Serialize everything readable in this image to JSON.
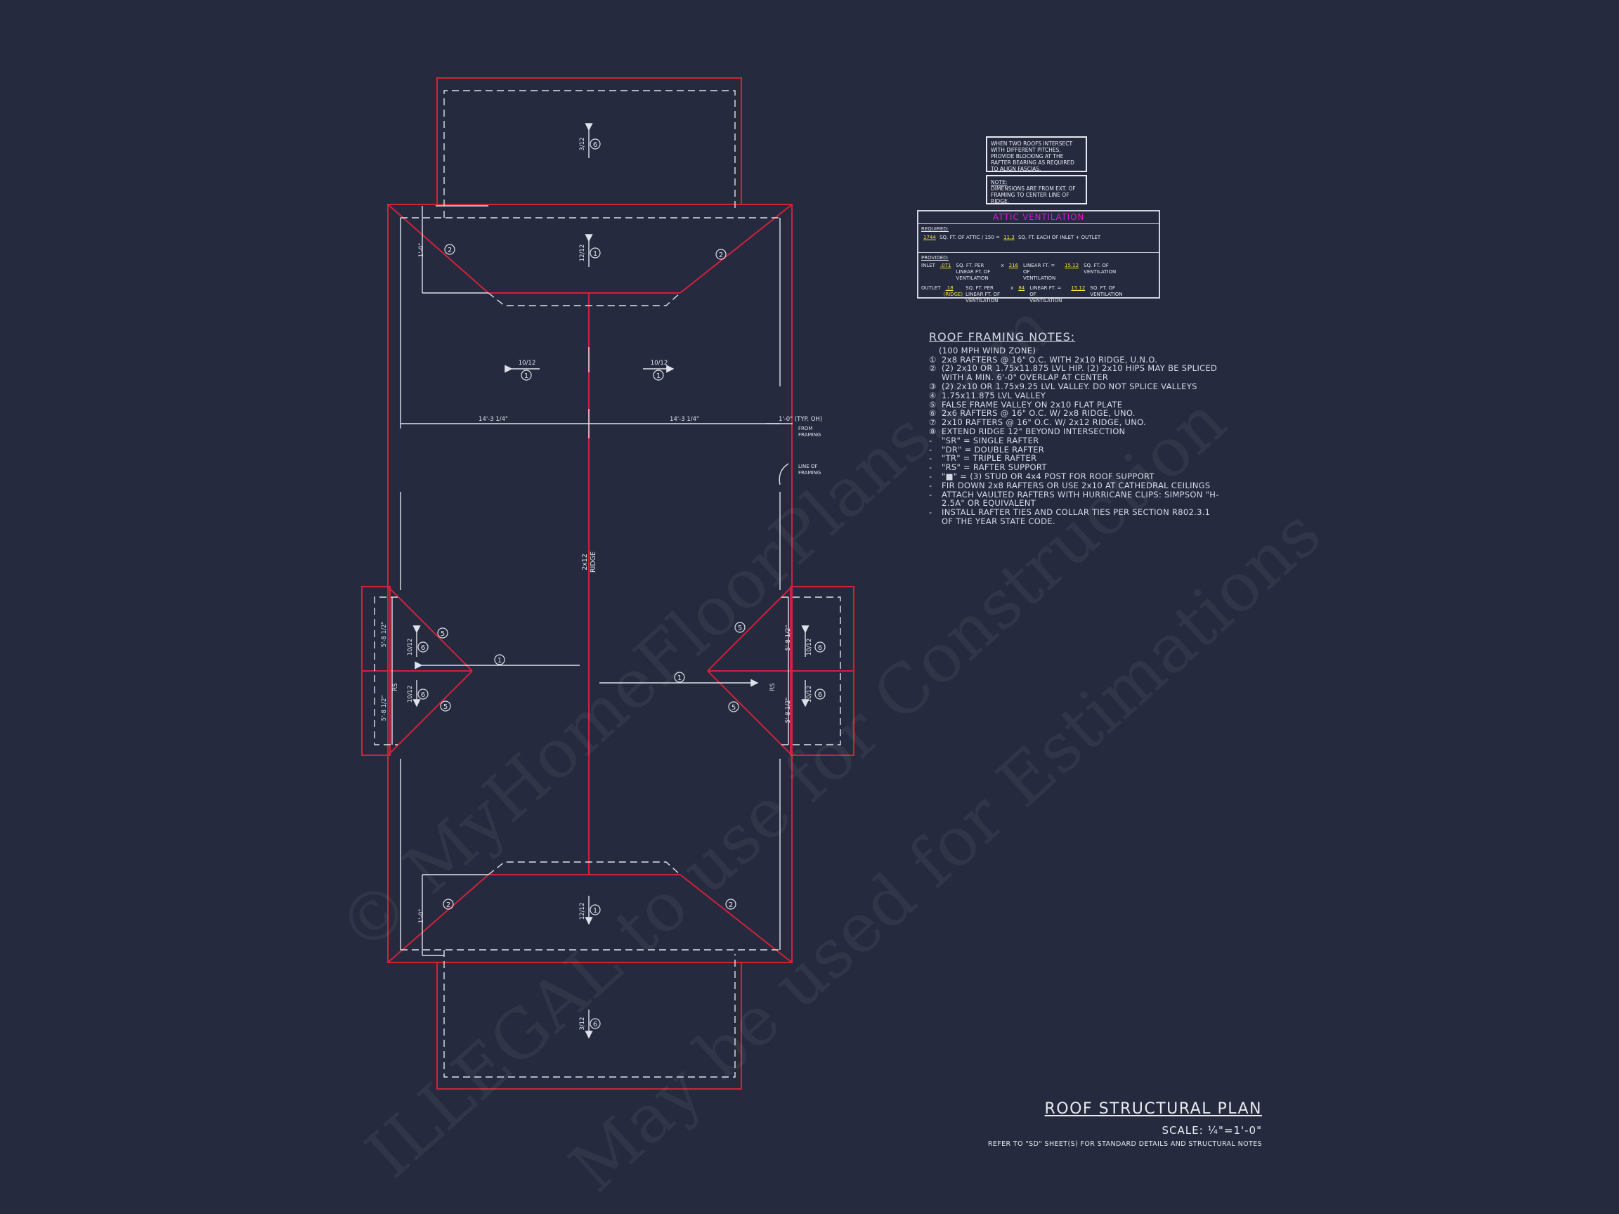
{
  "plan": {
    "dims": {
      "upper_left": "14'-3 1/4\"",
      "upper_right": "14'-3 1/4\"",
      "typ_oh": "1'-0\" (TYP. OH)",
      "from_framing_1": "FROM",
      "from_framing_2": "FRAMING",
      "line_of_framing_1": "LINE OF",
      "line_of_framing_2": "FRAMING",
      "hip_top": "1'-0\"",
      "hip_bottom": "1'-0\"",
      "wing_a": "5'-8 1/2\"",
      "wing_b": "5'-8 1/2\"",
      "wing_c": "5'-8 1/2\"",
      "wing_d": "5'-8 1/2\""
    },
    "ridge_1": "2x12",
    "ridge_2": "RIDGE",
    "rs": "RS",
    "pitches": {
      "p312": "3/12",
      "p1212": "12/12",
      "p1012": "10/12"
    },
    "tags": {
      "t1": "1",
      "t2": "2",
      "t5": "5",
      "t6": "6"
    }
  },
  "callouts": {
    "intersect": "WHEN TWO ROOFS INTERSECT WITH DIFFERENT PITCHES, PROVIDE BLOCKING AT THE RAFTER BEARING AS REQUIRED TO ALIGN FASCIAS.",
    "note_label": "NOTE:",
    "note_text": "DIMENSIONS ARE FROM EXT. OF FRAMING TO CENTER LINE OF RIDGE."
  },
  "attic": {
    "title": "ATTIC VENTILATION",
    "required_label": "REQUIRED:",
    "req_val1": "1744",
    "req_txt1": "SQ. FT. OF ATTIC / 150 =",
    "req_val2": "11.3",
    "req_txt2": "SQ. FT. EACH OF INLET + OUTLET",
    "provided_label": "PROVIDED:",
    "inlet_label": "INLET",
    "inlet_val1": ".071",
    "inlet_txt1": "SQ. FT. PER LINEAR FT. OF VENTILATION",
    "inlet_val2": "216",
    "inlet_txt2": "LINEAR FT. = OF VENTILATION",
    "inlet_val3": "15.12",
    "inlet_txt3": "SQ. FT. OF VENTILATION",
    "outlet_label": "OUTLET",
    "outlet_val1": ".18",
    "outlet_ridge": "(RIDGE)",
    "outlet_txt1": "SQ. FT. PER LINEAR FT. OF VENTILATION",
    "outlet_val2": "84",
    "outlet_txt2": "LINEAR FT. = OF VENTILATION",
    "outlet_val3": "15.12",
    "outlet_txt3": "SQ. FT. OF VENTILATION",
    "times": "x"
  },
  "notes": {
    "title": "ROOF FRAMING NOTES:",
    "wind": "(100 MPH WIND ZONE)",
    "items": [
      {
        "mark": "①",
        "text": "2x8 RAFTERS @ 16\" O.C. WITH 2x10 RIDGE, U.N.O."
      },
      {
        "mark": "②",
        "text": "(2) 2x10 OR 1.75x11.875 LVL HIP. (2) 2x10 HIPS MAY BE SPLICED WITH A MIN. 6'-0\" OVERLAP AT CENTER"
      },
      {
        "mark": "③",
        "text": "(2) 2x10 OR 1.75x9.25 LVL VALLEY. DO NOT SPLICE VALLEYS"
      },
      {
        "mark": "④",
        "text": "1.75x11.875 LVL VALLEY"
      },
      {
        "mark": "⑤",
        "text": "FALSE FRAME VALLEY ON 2x10 FLAT PLATE"
      },
      {
        "mark": "⑥",
        "text": "2x6 RAFTERS @ 16\" O.C. W/ 2x8 RIDGE, UNO."
      },
      {
        "mark": "⑦",
        "text": "2x10 RAFTERS @ 16\" O.C. W/ 2x12 RIDGE, UNO."
      },
      {
        "mark": "⑧",
        "text": "EXTEND RIDGE 12\" BEYOND INTERSECTION"
      },
      {
        "mark": "-",
        "text": "\"SR\" = SINGLE RAFTER"
      },
      {
        "mark": "-",
        "text": "\"DR\" = DOUBLE RAFTER"
      },
      {
        "mark": "-",
        "text": "\"TR\" = TRIPLE RAFTER"
      },
      {
        "mark": "-",
        "text": "\"RS\" = RAFTER SUPPORT"
      },
      {
        "mark": "-",
        "text": "\"■\" = (3) STUD OR 4x4 POST FOR ROOF SUPPORT"
      },
      {
        "mark": "-",
        "text": "FIR DOWN 2x8 RAFTERS OR USE 2x10 AT CATHEDRAL CEILINGS"
      },
      {
        "mark": "-",
        "text": "ATTACH VAULTED RAFTERS WITH HURRICANE CLIPS: SIMPSON \"H-2.5A\" OR EQUIVALENT"
      },
      {
        "mark": "-",
        "text": "INSTALL RAFTER TIES AND COLLAR TIES PER SECTION R802.3.1 OF THE YEAR STATE CODE."
      }
    ]
  },
  "title_block": {
    "title": "ROOF STRUCTURAL PLAN",
    "scale": "SCALE: ¼\"=1'-0\"",
    "refer": "REFER TO \"SD\" SHEET(S) FOR STANDARD DETAILS AND STRUCTURAL NOTES"
  },
  "watermark": {
    "line1": "© MyHomeFloorPlans.com",
    "line2": "ILLEGAL to use for Construction",
    "line3": "May be used for Estimations"
  },
  "colors": {
    "background": "#252a3e",
    "roof_line": "#d0223a",
    "framing_line": "#dfe2ea",
    "vent_title": "#d21fd6",
    "highlight": "#f0e63a"
  }
}
